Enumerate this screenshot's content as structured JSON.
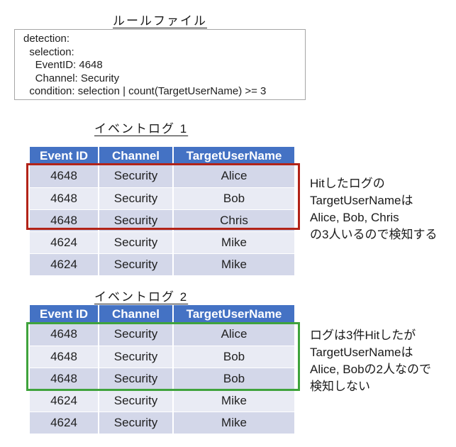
{
  "colors": {
    "header_bg": "#4472C4",
    "row_dark": "#D3D7E9",
    "row_light": "#E9EBF4",
    "hit_box_red": "#B22318",
    "hit_box_green": "#3FA33C"
  },
  "rule_file": {
    "title": "ルールファイル",
    "lines": [
      "detection:",
      "  selection:",
      "    EventID: 4648",
      "    Channel: Security",
      "  condition: selection | count(TargetUserName) >= 3"
    ]
  },
  "log1": {
    "title": "イベントログ 1",
    "headers": [
      "Event ID",
      "Channel",
      "TargetUserName"
    ],
    "rows": [
      [
        "4648",
        "Security",
        "Alice"
      ],
      [
        "4648",
        "Security",
        "Bob"
      ],
      [
        "4648",
        "Security",
        "Chris"
      ],
      [
        "4624",
        "Security",
        "Mike"
      ],
      [
        "4624",
        "Security",
        "Mike"
      ]
    ],
    "annotation": [
      "Hitしたログの",
      "TargetUserNameは",
      "Alice, Bob, Chris",
      "の3人いるので検知する"
    ]
  },
  "log2": {
    "title": "イベントログ 2",
    "headers": [
      "Event ID",
      "Channel",
      "TargetUserName"
    ],
    "rows": [
      [
        "4648",
        "Security",
        "Alice"
      ],
      [
        "4648",
        "Security",
        "Bob"
      ],
      [
        "4648",
        "Security",
        "Bob"
      ],
      [
        "4624",
        "Security",
        "Mike"
      ],
      [
        "4624",
        "Security",
        "Mike"
      ]
    ],
    "annotation": [
      "ログは3件Hitしたが",
      "TargetUserNameは",
      "Alice, Bobの2人なので",
      "検知しない"
    ]
  }
}
